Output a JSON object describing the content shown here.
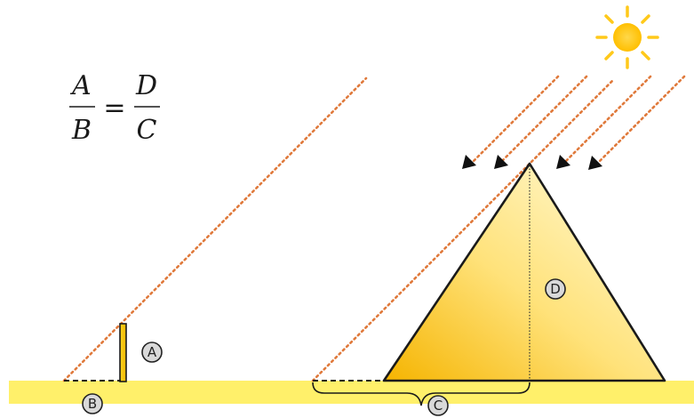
{
  "formula": {
    "numerator_left": "A",
    "denominator_left": "B",
    "equals": "=",
    "numerator_right": "D",
    "denominator_right": "C"
  },
  "labels": {
    "stick_height": "A",
    "stick_shadow": "B",
    "pyramid_shadow": "C",
    "pyramid_height": "D"
  },
  "icons": {
    "sun": "sun-icon"
  },
  "colors": {
    "ground": "#fff06a",
    "sun": "#ffc91a",
    "rays": "#e07a3c",
    "pyramid_light": "#fff6b0",
    "pyramid_dark": "#f5b700",
    "outline": "#1a1a1a"
  }
}
